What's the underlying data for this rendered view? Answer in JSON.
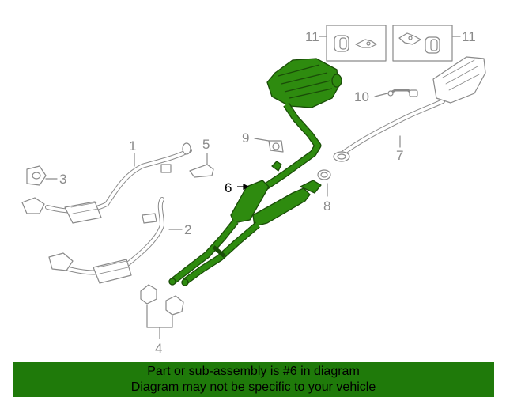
{
  "callouts": {
    "c1": "1",
    "c2": "2",
    "c3": "3",
    "c4": "4",
    "c5": "5",
    "c6": "6",
    "c7": "7",
    "c8": "8",
    "c9": "9",
    "c10": "10",
    "c11_left": "11",
    "c11_right": "11"
  },
  "banner": {
    "line1": "Part or sub-assembly is #6 in diagram",
    "line2": "Diagram may not be specific to your vehicle"
  },
  "colors": {
    "highlight": "#2e8b0f",
    "highlight_dark": "#1a4d08",
    "banner": "#1f7a0a",
    "line_art": "#8a8a8a"
  }
}
